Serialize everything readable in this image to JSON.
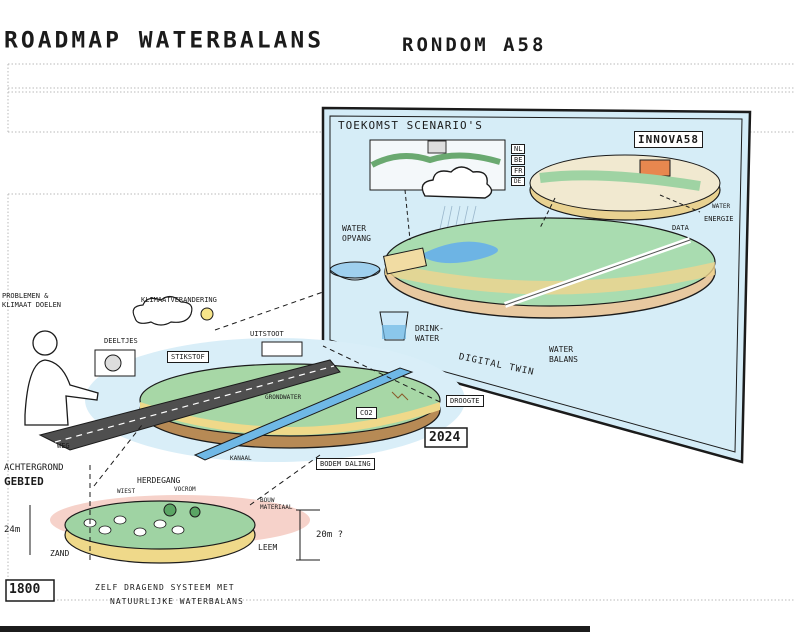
{
  "header": {
    "title": "ROADMAP WATERBALANS",
    "subtitle": "RONDOM A58"
  },
  "digital_twin": {
    "scenarios_label": "TOEKOMST SCENARIO'S",
    "brand_label": "INNOVA58",
    "countries": [
      "NL",
      "BE",
      "FR",
      "DE"
    ],
    "water_opvang": "WATER\nOPVANG",
    "drink_water": "DRINK-\nWATER",
    "water_balans": "WATER\nBALANS",
    "digital_twin": "DIGITAL TWIN",
    "data": "DATA",
    "water": "WATER",
    "energie": "ENERGIE"
  },
  "era_2024": {
    "year": "2024",
    "problemen": "PROBLEMEN &\nKLIMAAT DOELEN",
    "klimaat": "KLIMAATVERANDERING",
    "deeltjes": "DEELTJES",
    "stikstof": "STIKSTOF",
    "uitstoot": "UITSTOOT",
    "droogte": "DROOGTE",
    "weg": "WEG",
    "kanaal": "KANAAL",
    "bodemdaling": "BODEM DALING",
    "co2": "CO2",
    "grondwater": "GRONDWATER"
  },
  "era_1800": {
    "year": "1800",
    "achtergrond": "ACHTERGROND",
    "gebied": "GEBIED",
    "herdegang": "HERDEGANG",
    "wiest": "WIEST",
    "vocrom": "VOCROM",
    "bouw": "BOUW\nMATERIAAL",
    "zand": "ZAND",
    "leem": "LEEM",
    "depth_left": "24m",
    "depth_right": "20m ?",
    "caption_line1": "ZELF DRAGEND SYSTEEM MET",
    "caption_line2": "NATUURLIJKE WATERBALANS"
  },
  "colors": {
    "sky": "#d6edf7",
    "grass": "#9fd3a3",
    "water": "#6fb8e6",
    "sand": "#efd98a",
    "soil": "#b78a55",
    "road": "#4f4f4f",
    "pink": "#f3c3b8",
    "orange": "#e8874f"
  }
}
